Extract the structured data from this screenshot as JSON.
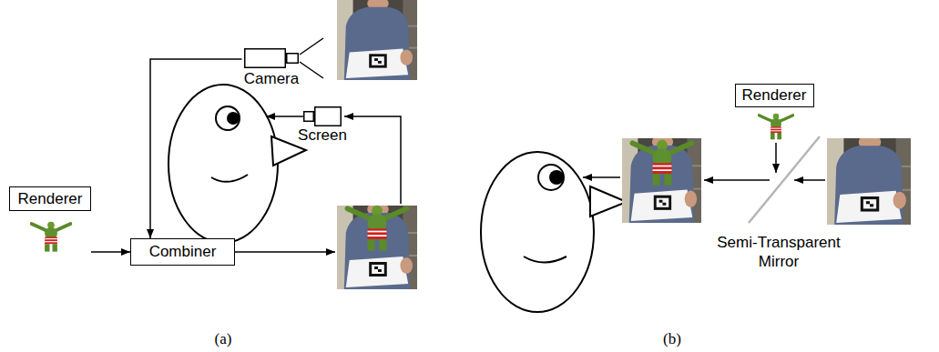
{
  "diagram": {
    "nodes": [
      {
        "text": [
          "Camera"
        ]
      },
      {
        "text": [
          "Screen"
        ]
      },
      {
        "text": [
          "Renderer"
        ]
      },
      {
        "text": [
          "Combiner"
        ]
      },
      {
        "text": [
          "Renderer"
        ]
      }
    ],
    "edges": [
      {
        "from": 0,
        "to": 3,
        "arrow": "to"
      },
      {
        "from": 2,
        "to": 3,
        "arrow": "to"
      }
    ],
    "labels": [
      "Semi-Transparent Mirror",
      "(a)",
      "(b)"
    ]
  }
}
